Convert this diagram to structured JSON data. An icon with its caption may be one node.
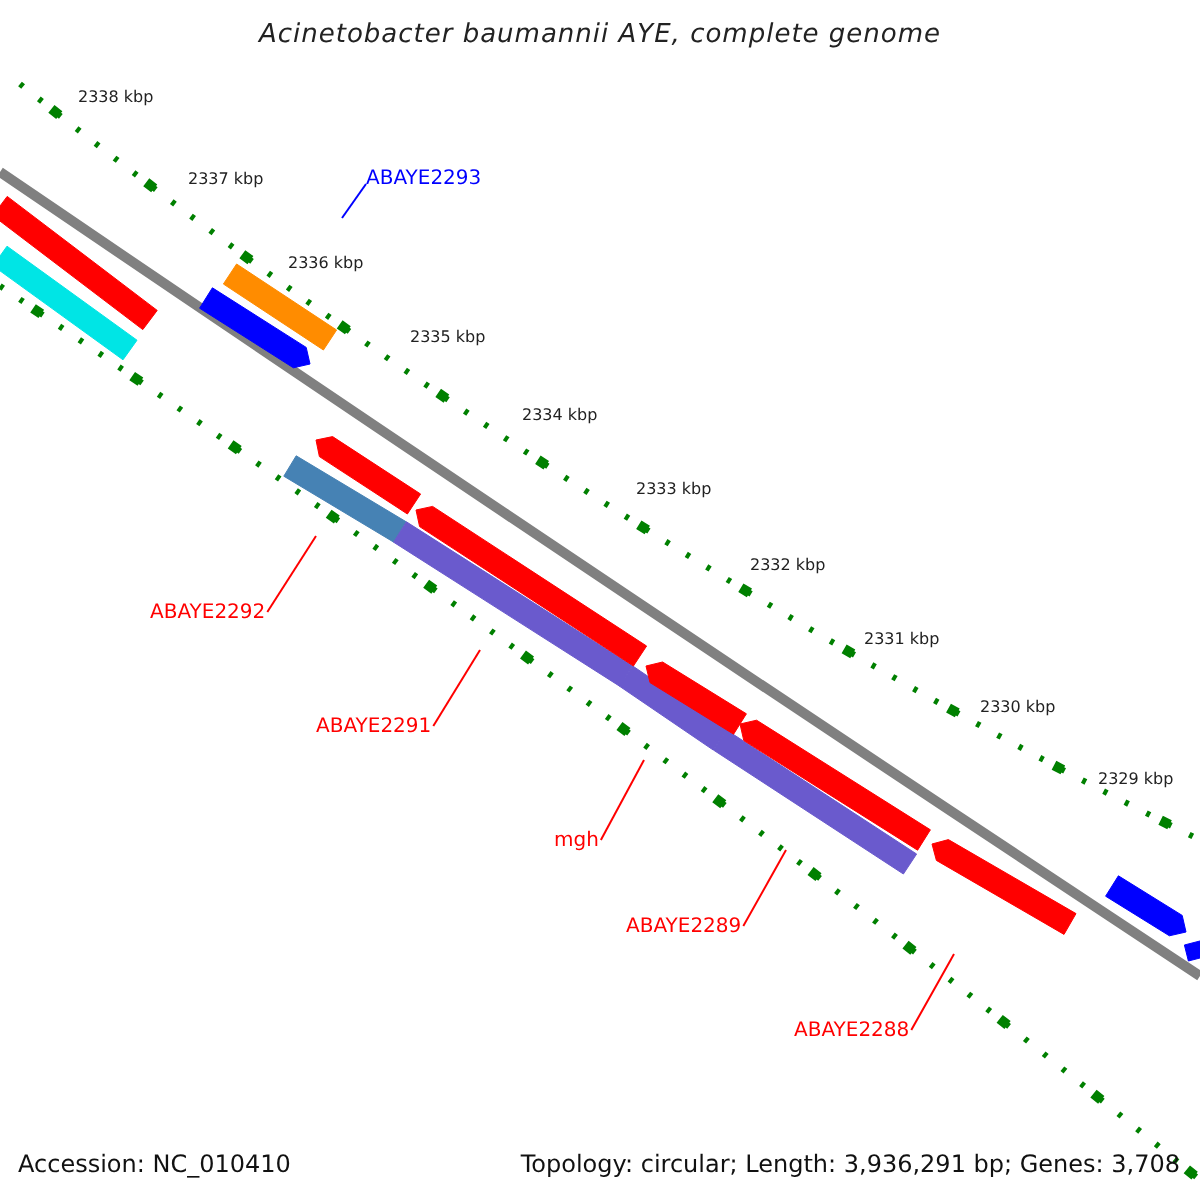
{
  "diagram": {
    "title": "Acinetobacter baumannii AYE, complete genome",
    "nodes": [
      {
        "text": [
          "ABAYE2293"
        ]
      },
      {
        "text": [
          "ABAYE2292"
        ]
      },
      {
        "text": [
          "ABAYE2291"
        ]
      },
      {
        "text": [
          "mgh"
        ]
      },
      {
        "text": [
          "ABAYE2289"
        ]
      },
      {
        "text": [
          "ABAYE2288"
        ]
      }
    ],
    "edges": [
      {
        "from": 0,
        "to": null,
        "arrow": "none",
        "color": "#0000ff"
      },
      {
        "from": 1,
        "to": null,
        "arrow": "none"
      },
      {
        "from": 2,
        "to": null,
        "arrow": "none"
      },
      {
        "from": 3,
        "to": null,
        "arrow": "none"
      },
      {
        "from": 4,
        "to": null,
        "arrow": "none"
      },
      {
        "from": 5,
        "to": null,
        "arrow": "none"
      }
    ],
    "labels": [
      "2338 kbp",
      "2337 kbp",
      "2336 kbp",
      "2335 kbp",
      "2334 kbp",
      "2333 kbp",
      "2332 kbp",
      "2331 kbp",
      "2330 kbp",
      "2329 kbp",
      "Accession: NC_010410",
      "Topology: circular; Length: 3,936,291 bp; Genes: 3,708"
    ]
  }
}
